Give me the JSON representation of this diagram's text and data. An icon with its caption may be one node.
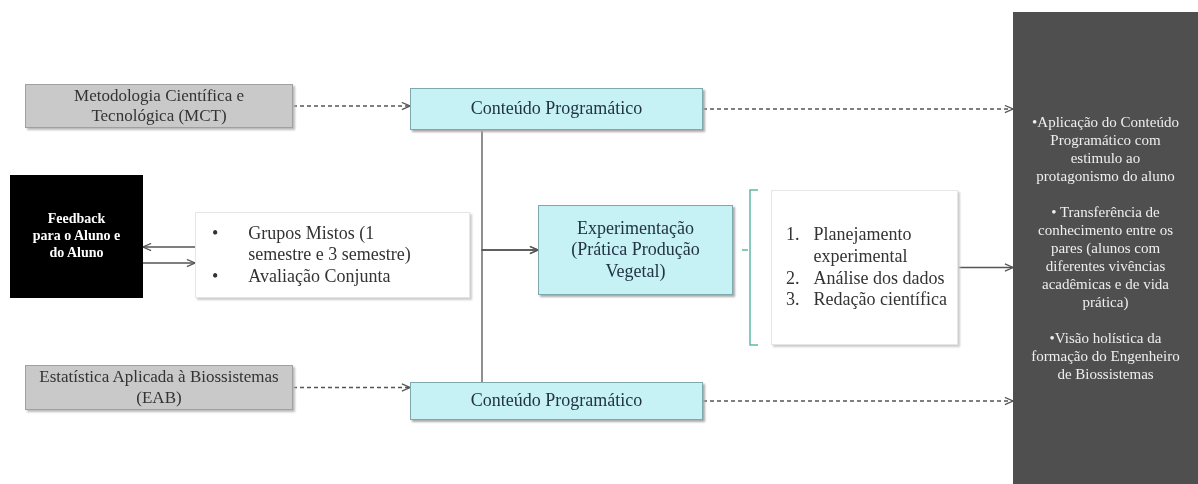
{
  "diagram": {
    "nodes": [
      {
        "text": [
          "Metodologia Científica e Tecnológica (MCT)"
        ]
      },
      {
        "text": [
          "Conteúdo Programático"
        ]
      },
      {
        "text": [
          "Feedback para o Aluno e do Aluno"
        ]
      },
      {
        "text": [
          "•",
          "Grupos Mistos (1 semestre e 3 semestre)",
          "•",
          "Avaliação Conjunta"
        ]
      },
      {
        "text": [
          "Experimentação (Prática Produção Vegetal)"
        ]
      },
      {
        "text": [
          "1.",
          "Planejamento experimental",
          "2.",
          "Análise dos dados",
          "3.",
          "Redação científica"
        ]
      },
      {
        "text": [
          "Estatística Aplicada à Biossistemas (EAB)"
        ]
      },
      {
        "text": [
          "Conteúdo Programático"
        ]
      },
      {
        "text": [
          "•Aplicação do Conteúdo Programático com estimulo ao protagonismo do aluno",
          "• Transferência de conhecimento entre os pares (alunos com diferentes vivências acadêmicas e de vida prática)",
          "•Visão holística da formação do Engenheiro de Biossistemas"
        ]
      }
    ],
    "edges": [
      {
        "from": 0,
        "to": 1,
        "arrow": "to",
        "style": "dashed"
      },
      {
        "from": 6,
        "to": 7,
        "arrow": "to",
        "style": "dashed"
      },
      {
        "from": 1,
        "to": 8,
        "arrow": "to",
        "style": "dashed"
      },
      {
        "from": 7,
        "to": 8,
        "arrow": "to",
        "style": "dashed"
      },
      {
        "from": 5,
        "to": 8,
        "arrow": "to"
      },
      {
        "from": 2,
        "to": 3,
        "arrow": "to"
      },
      {
        "from": 3,
        "to": 2,
        "arrow": "to"
      },
      {
        "from": 1,
        "to": 4,
        "arrow": "to"
      },
      {
        "from": 7,
        "to": 4,
        "arrow": "to"
      }
    ]
  }
}
